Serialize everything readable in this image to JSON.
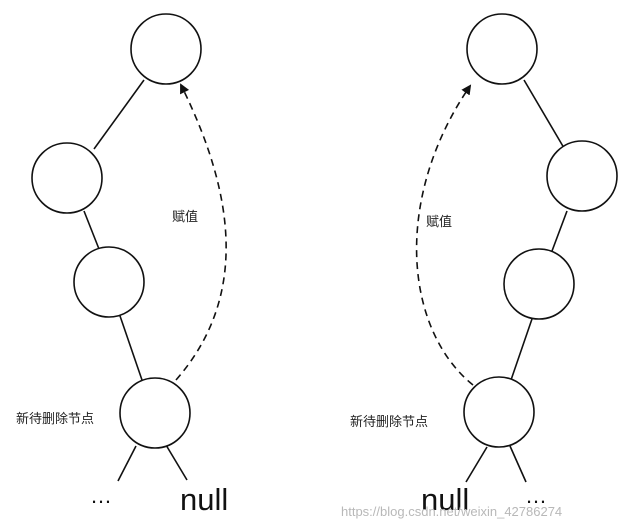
{
  "left": {
    "assign_label": "赋值",
    "node_label": "新待删除节点",
    "child_left": "…",
    "child_right": "null"
  },
  "right": {
    "assign_label": "赋值",
    "node_label": "新待删除节点",
    "child_left": "null",
    "child_right": "…"
  },
  "watermark": "https://blog.csdn.net/weixin_42786274",
  "colors": {
    "stroke": "#111111",
    "fill": "#ffffff",
    "watermark": "#b8b8b8"
  }
}
